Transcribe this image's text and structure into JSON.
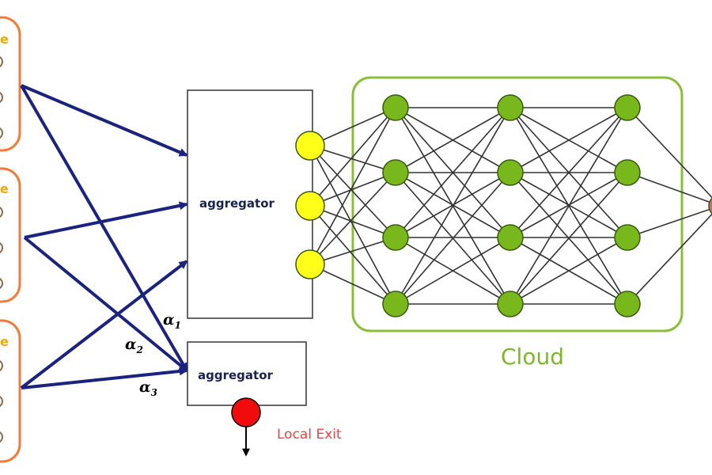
{
  "colors": {
    "device_border": "#f47a3a",
    "device_label": "#f2a800",
    "device_dot": "#8a6a4a",
    "arrow": "#1a237e",
    "aggregator_text": "#1a2250",
    "box_border": "#333333",
    "input_node": "#ffff1a",
    "hidden_node": "#79b81c",
    "node_stroke": "#3a5a10",
    "cloud_border": "#8bbf3a",
    "cloud_text": "#7cb82a",
    "exit_node": "#f00c0c",
    "exit_text": "#f04040",
    "edge": "#333333"
  },
  "devices": [
    {
      "label_fragment": "e"
    },
    {
      "label_fragment": "e"
    },
    {
      "label_fragment": "e"
    }
  ],
  "aggregators": {
    "cloud_label": "aggregator",
    "local_label": "aggregator"
  },
  "weights": [
    {
      "symbol": "α",
      "subscript": "1"
    },
    {
      "symbol": "α",
      "subscript": "2"
    },
    {
      "symbol": "α",
      "subscript": "3"
    }
  ],
  "cloud": {
    "label": "Cloud"
  },
  "local_exit": {
    "label": "Local Exit"
  }
}
